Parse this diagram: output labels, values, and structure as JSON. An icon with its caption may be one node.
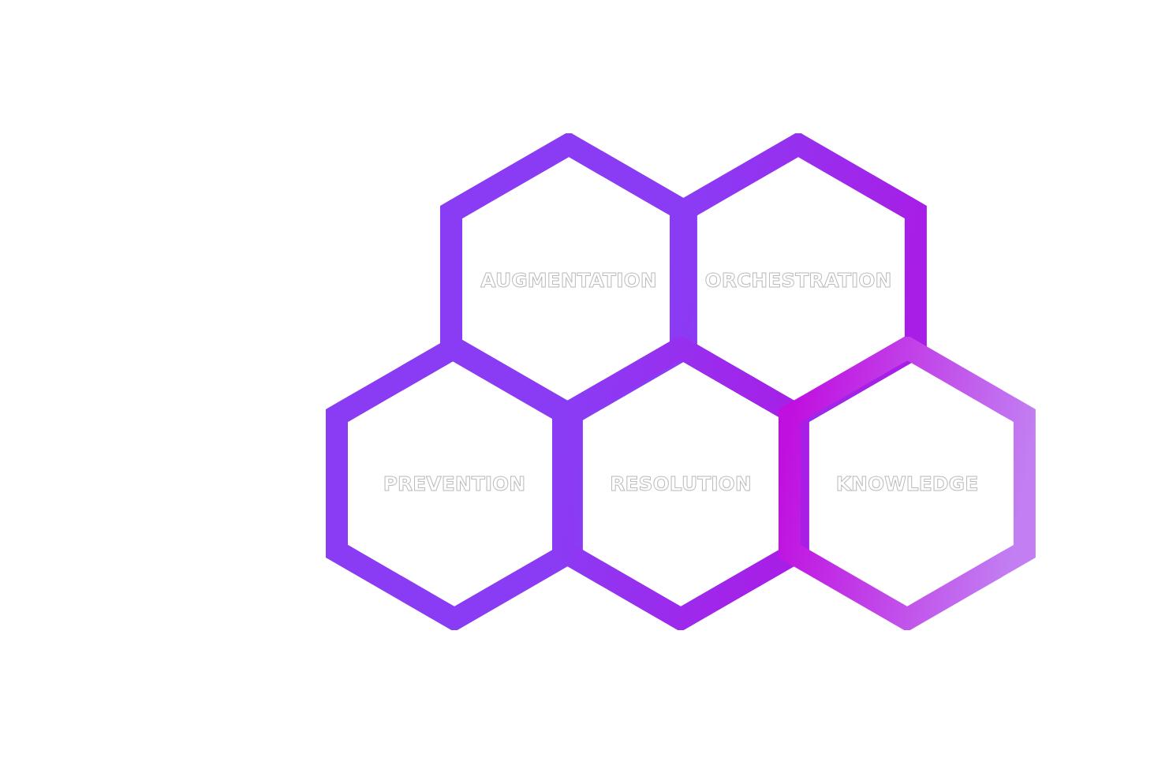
{
  "diagram": {
    "nodes": [
      {
        "text": [
          "AUGMENTATION"
        ]
      },
      {
        "text": [
          "ORCHESTRATION"
        ]
      },
      {
        "text": [
          "PREVENTION"
        ]
      },
      {
        "text": [
          "RESOLUTION"
        ]
      },
      {
        "text": [
          "KNOWLEDGE"
        ]
      }
    ]
  }
}
